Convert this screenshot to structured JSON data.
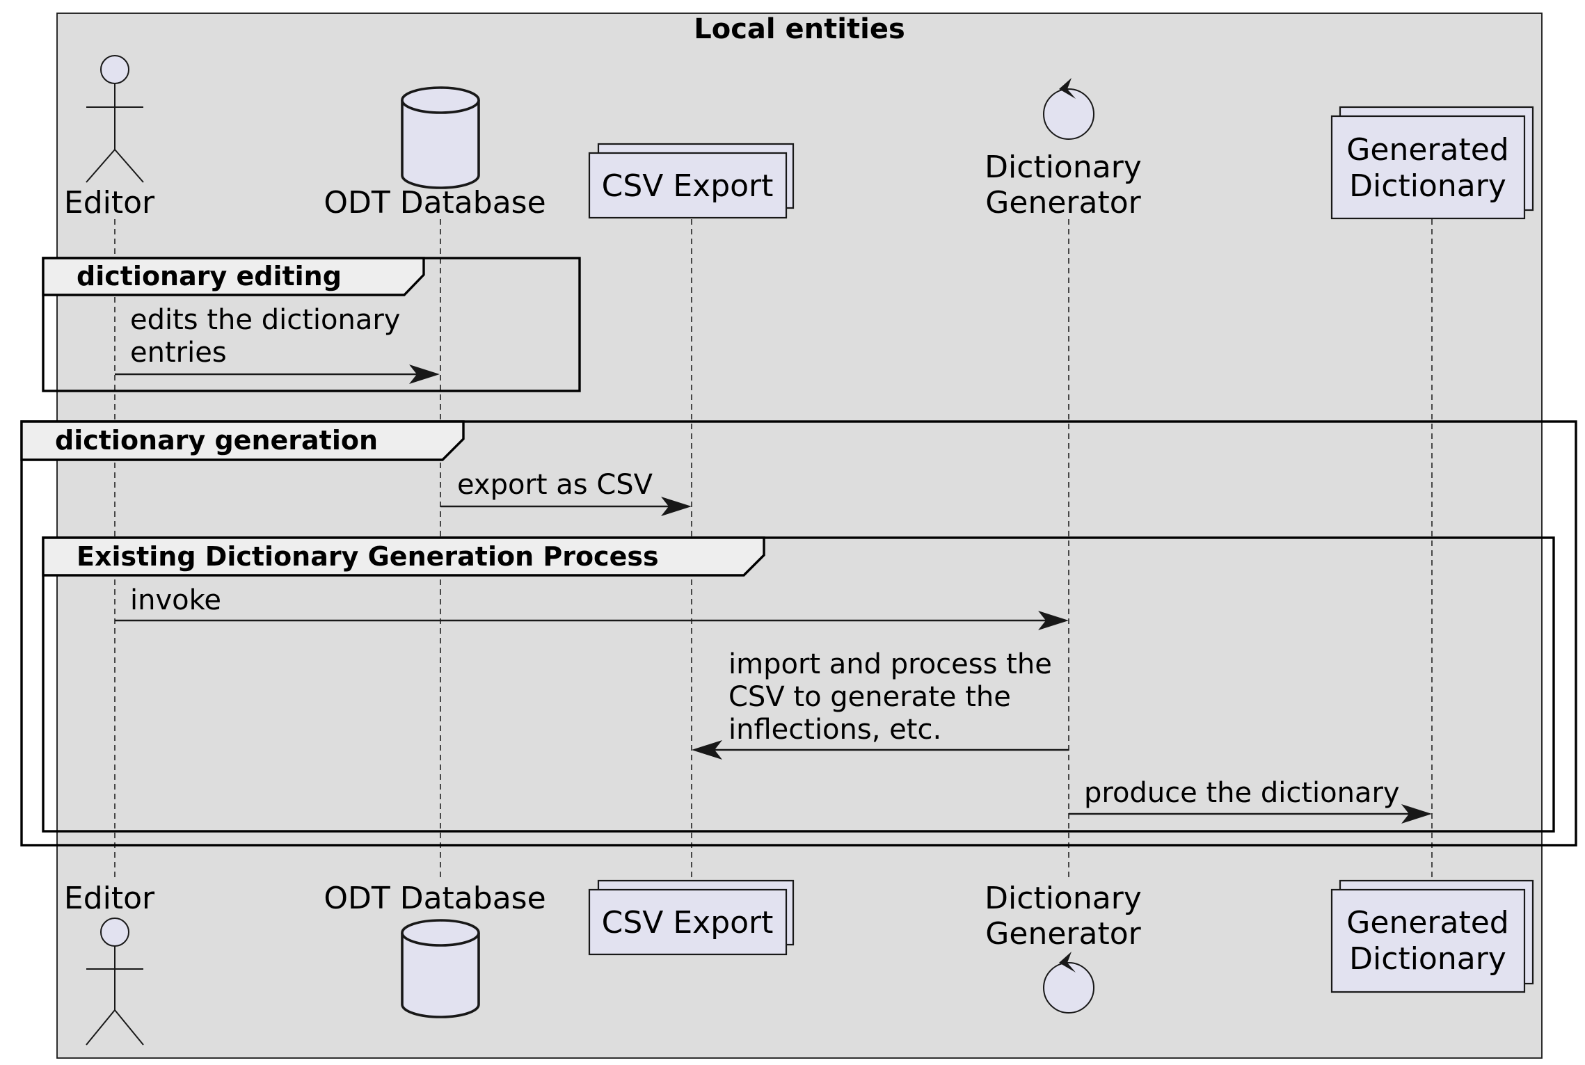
{
  "box": {
    "title": "Local entities"
  },
  "participants": {
    "editor": {
      "label": "Editor",
      "kind": "actor"
    },
    "odt": {
      "label": "ODT Database",
      "kind": "database"
    },
    "csv": {
      "label": "CSV Export",
      "kind": "collections"
    },
    "gen": {
      "line1": "Dictionary",
      "line2": "Generator",
      "kind": "control"
    },
    "dict": {
      "line1": "Generated",
      "line2": "Dictionary",
      "kind": "collections"
    }
  },
  "groups": {
    "editing": {
      "label": "dictionary editing"
    },
    "generation": {
      "label": "dictionary generation"
    },
    "existing": {
      "label": "Existing Dictionary Generation Process"
    }
  },
  "messages": {
    "m1": {
      "line1": "edits the dictionary",
      "line2": "entries",
      "from": "Editor",
      "to": "ODT Database"
    },
    "m2": {
      "line1": "export as CSV",
      "from": "ODT Database",
      "to": "CSV Export"
    },
    "m3": {
      "line1": "invoke",
      "from": "Editor",
      "to": "Dictionary Generator"
    },
    "m4": {
      "line1": "import and process the",
      "line2": "CSV to generate the",
      "line3": "inflections, etc.",
      "from": "Dictionary Generator",
      "to": "CSV Export"
    },
    "m5": {
      "line1": "produce the dictionary",
      "from": "Dictionary Generator",
      "to": "Generated Dictionary"
    }
  }
}
